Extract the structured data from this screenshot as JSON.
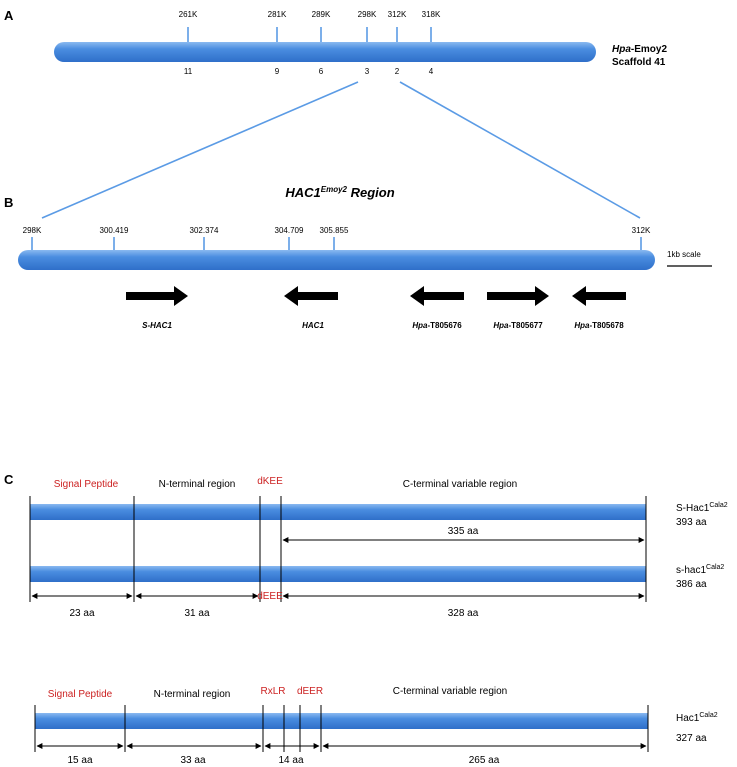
{
  "colors": {
    "bar": "#3a7fd8",
    "bar_light": "#7fb0ee",
    "connector": "#5b9be5",
    "highlight": "#cc2222"
  },
  "panels": {
    "a": "A",
    "b": "B",
    "c": "C"
  },
  "scaffold": {
    "name_prefix": "Hpa",
    "name_suffix": "-Emoy2",
    "name_line2": "Scaffold 41",
    "ticks": [
      {
        "pos_k": "261K",
        "label": "11"
      },
      {
        "pos_k": "281K",
        "label": "9"
      },
      {
        "pos_k": "289K",
        "label": "6"
      },
      {
        "pos_k": "298K",
        "label": "3"
      },
      {
        "pos_k": "312K",
        "label": "2"
      },
      {
        "pos_k": "318K",
        "label": "4"
      }
    ]
  },
  "region": {
    "title_main": "HAC1",
    "title_sup": "Emoy2",
    "title_tail": " Region",
    "ticks": [
      "298K",
      "300.419",
      "302.374",
      "304.709",
      "305.855",
      "312K"
    ],
    "scale_label": "1kb scale",
    "genes": [
      {
        "name": "S-HAC1",
        "direction": "right"
      },
      {
        "name": "HAC1",
        "direction": "left"
      },
      {
        "name_prefix": "Hpa",
        "name_suffix": "-T805676",
        "direction": "left"
      },
      {
        "name_prefix": "Hpa",
        "name_suffix": "-T805677",
        "direction": "right"
      },
      {
        "name_prefix": "Hpa",
        "name_suffix": "-T805678",
        "direction": "left"
      }
    ]
  },
  "proteins": {
    "block1": {
      "regions": {
        "signal": "Signal Peptide",
        "nterm": "N-terminal region",
        "motif_top": "dKEE",
        "motif_bottom": "dEEE",
        "cterm": "C-terminal variable region"
      },
      "isoform1": {
        "name": "S-Hac1",
        "sup": "Cala2",
        "length": "393 aa",
        "cterm_span": "335 aa"
      },
      "isoform2": {
        "name": "s-hac1",
        "sup": "Cala2",
        "length": "386 aa"
      },
      "spans": [
        "23 aa",
        "31 aa",
        "328 aa"
      ]
    },
    "block2": {
      "regions": {
        "signal": "Signal Peptide",
        "nterm": "N-terminal region",
        "motif1": "RxLR",
        "motif2": "dEER",
        "cterm": "C-terminal variable region"
      },
      "isoform": {
        "name": "Hac1",
        "sup": "Cala2",
        "length": "327 aa"
      },
      "spans": [
        "15 aa",
        "33 aa",
        "14 aa",
        "265 aa"
      ]
    }
  }
}
